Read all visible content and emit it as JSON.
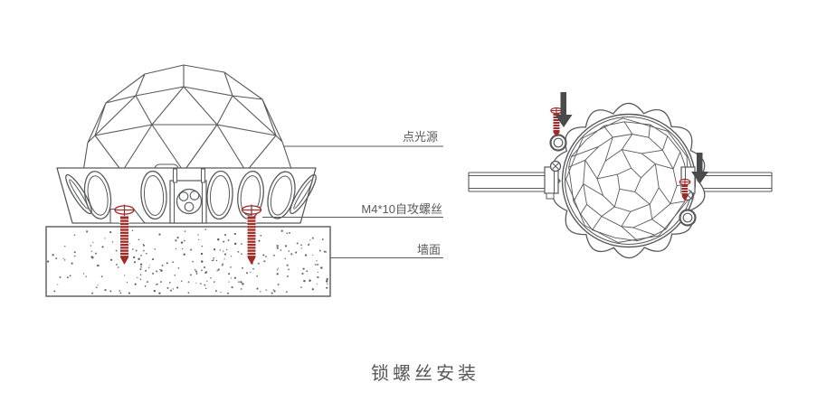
{
  "title": "锁螺丝安装",
  "labels": {
    "light_source": "点光源",
    "screw": "M4*10自攻螺丝",
    "wall": "墙面"
  },
  "icons": {
    "insert_direction": "down-arrow-icon",
    "fastener": "self-tapping-screw-icon"
  },
  "colors": {
    "line": "#58595b",
    "screw_red": "#9e2b28",
    "arrow": "#4a4b4d",
    "text": "#58595b",
    "background": "#ffffff"
  }
}
